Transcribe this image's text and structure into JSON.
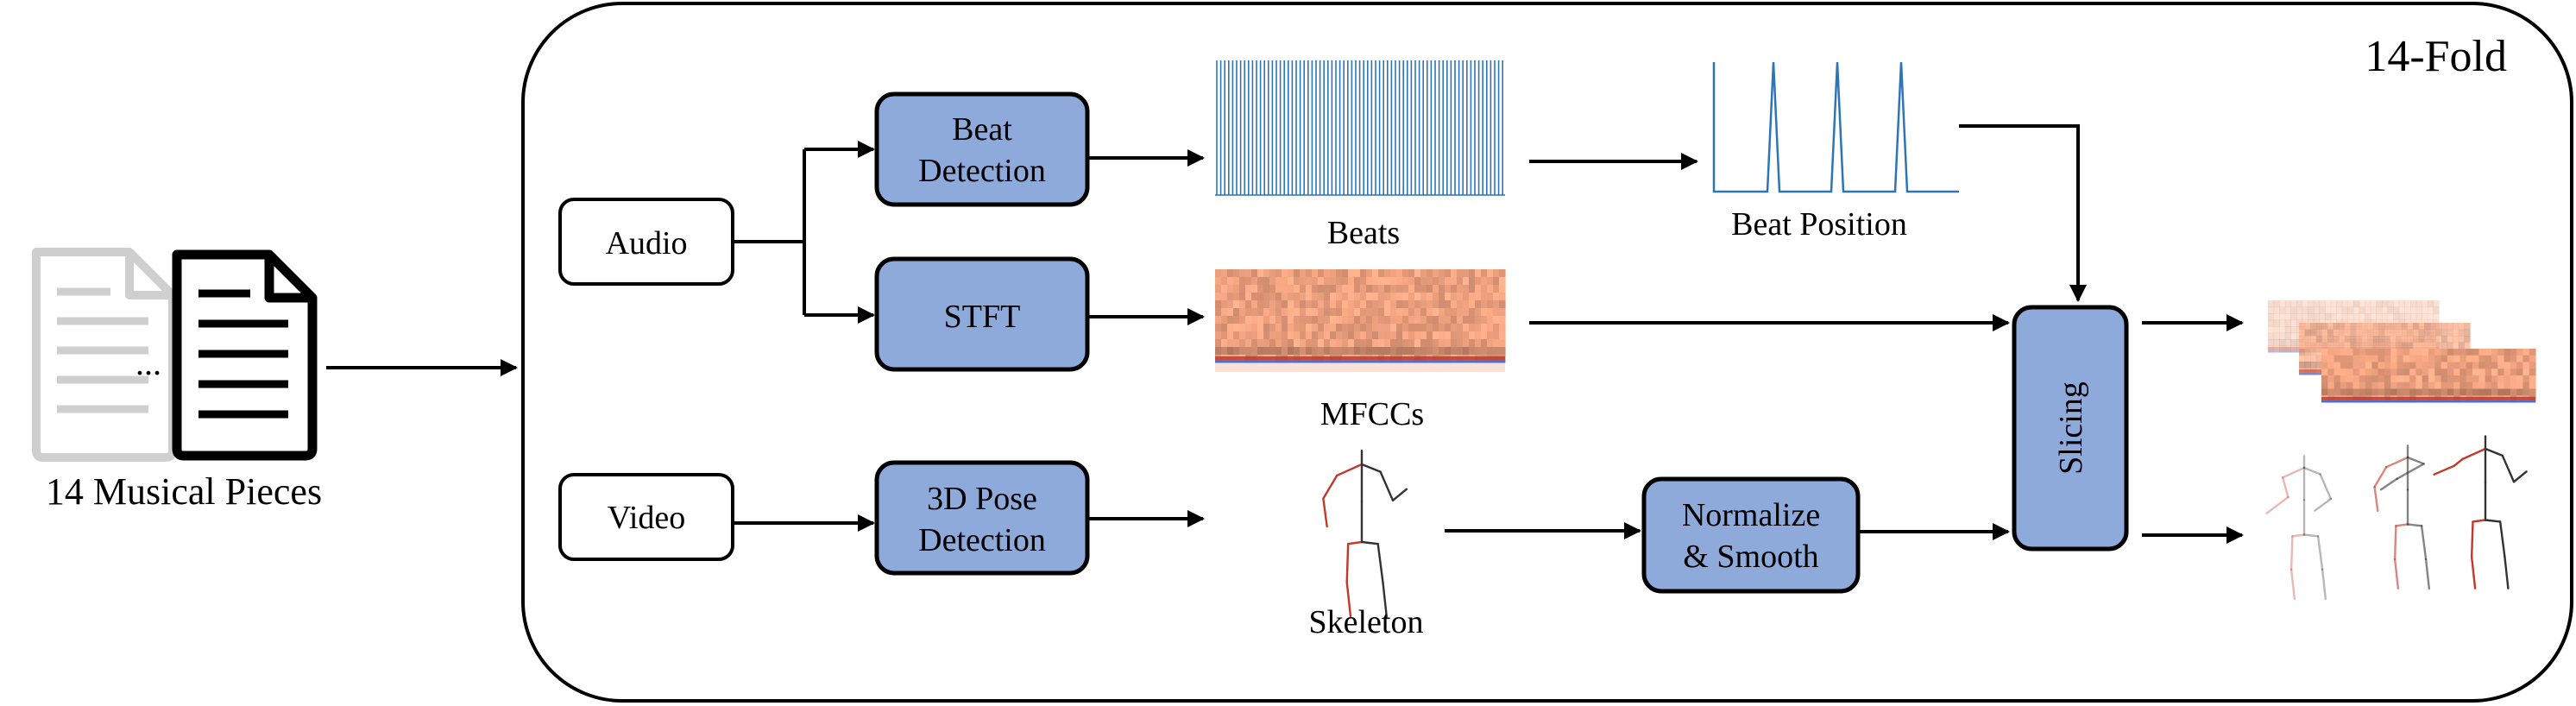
{
  "frame": {
    "fold_label": "14-Fold"
  },
  "input": {
    "label": "14 Musical Pieces",
    "ellipsis": "..."
  },
  "nodes": {
    "audio": "Audio",
    "video": "Video",
    "beat_detection": [
      "Beat",
      "Detection"
    ],
    "stft": "STFT",
    "pose_detection": [
      "3D Pose",
      "Detection"
    ],
    "normalize": [
      "Normalize",
      "& Smooth"
    ],
    "slicing": "Slicing"
  },
  "outputs": {
    "beats": "Beats",
    "beat_position": "Beat Position",
    "mfccs": "MFCCs",
    "skeleton": "Skeleton"
  },
  "colors": {
    "process_fill": "#8eaadb",
    "stroke": "#000000",
    "beat_line": "#2e75b6",
    "mfcc_base": "#f4a582",
    "mfcc_dark": "#e07a5f",
    "mfcc_bottom": "#c0392b",
    "mfcc_blue": "#4a6fd8",
    "skeleton_dark": "#333333",
    "skeleton_red": "#c0392b",
    "doc_gray": "#cfcfcf"
  },
  "icons": [
    "document-icon",
    "beats-waveform-icon",
    "beat-position-plot-icon",
    "spectrogram-icon",
    "skeleton-icon"
  ]
}
